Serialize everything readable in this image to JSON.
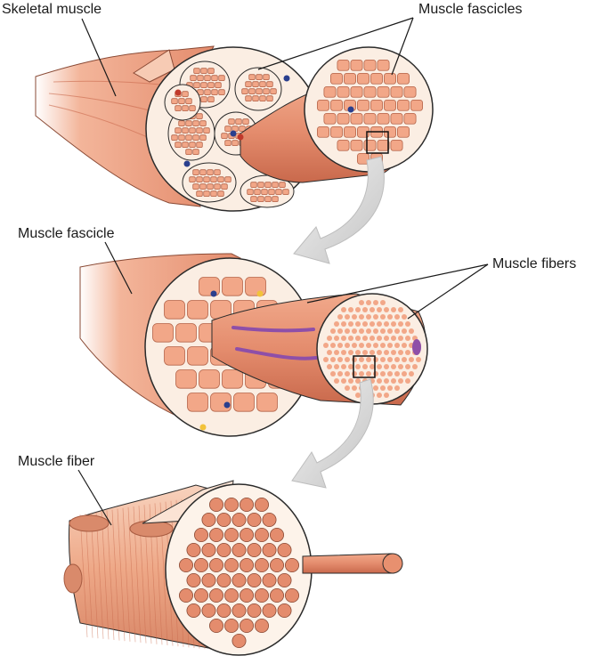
{
  "labels": {
    "skeletal_muscle": "Skeletal muscle",
    "muscle_fascicles": "Muscle fascicles",
    "muscle_fascicle": "Muscle fascicle",
    "muscle_fibers": "Muscle fibers",
    "muscle_fiber": "Muscle fiber"
  },
  "colors": {
    "muscle": "#e9977a",
    "muscle_dark": "#c9694c",
    "muscle_light": "#f6c3ab",
    "fascicle_fill": "#f2a788",
    "connective": "#fbeee3",
    "outline": "#2b2b2b",
    "arrow": "#d5d5d5",
    "nerve": "#8e4fa8",
    "vessel_blue": "#2a3f8e",
    "vessel_red": "#c0392b",
    "fat": "#f2c23a"
  }
}
